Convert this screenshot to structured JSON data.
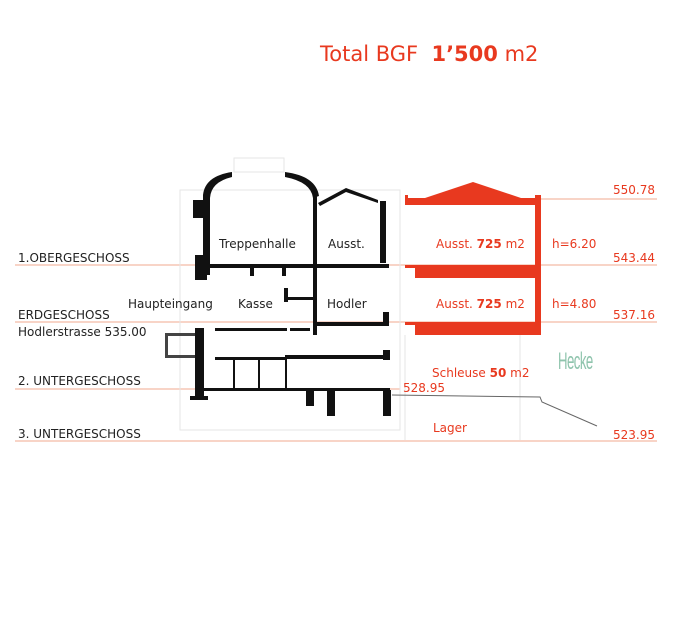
{
  "title": {
    "prefix": "Total BGF",
    "value": "1’500",
    "unit": "m2"
  },
  "levels": {
    "og1": "1.OBERGESCHOSS",
    "eg": "ERDGESCHOSS",
    "street": "Hodlerstrasse  535.00",
    "ug2": "2. UNTERGESCHOSS",
    "ug3": "3. UNTERGESCHOSS"
  },
  "rooms": {
    "treppenhalle": "Treppenhalle",
    "ausst": "Ausst.",
    "haupteingang": "Haupteingang",
    "kasse": "Kasse",
    "hodler": "Hodler"
  },
  "new_building": {
    "upper": {
      "label": "Ausst.",
      "area": "725",
      "unit": "m2",
      "height": "h=6.20"
    },
    "lower": {
      "label": "Ausst.",
      "area": "725",
      "unit": "m2",
      "height": "h=4.80"
    },
    "schleuse": {
      "label": "Schleuse",
      "area": "50",
      "unit": "m2"
    },
    "lager": "Lager"
  },
  "elevations": {
    "roof": "550.78",
    "og1": "543.44",
    "eg": "537.16",
    "ug2": "528.95",
    "ug3": "523.95"
  },
  "hecke": "Hecke",
  "colors": {
    "accent": "#e8391f",
    "line": "#f2a88f",
    "hecke": "#8fc4ad"
  }
}
